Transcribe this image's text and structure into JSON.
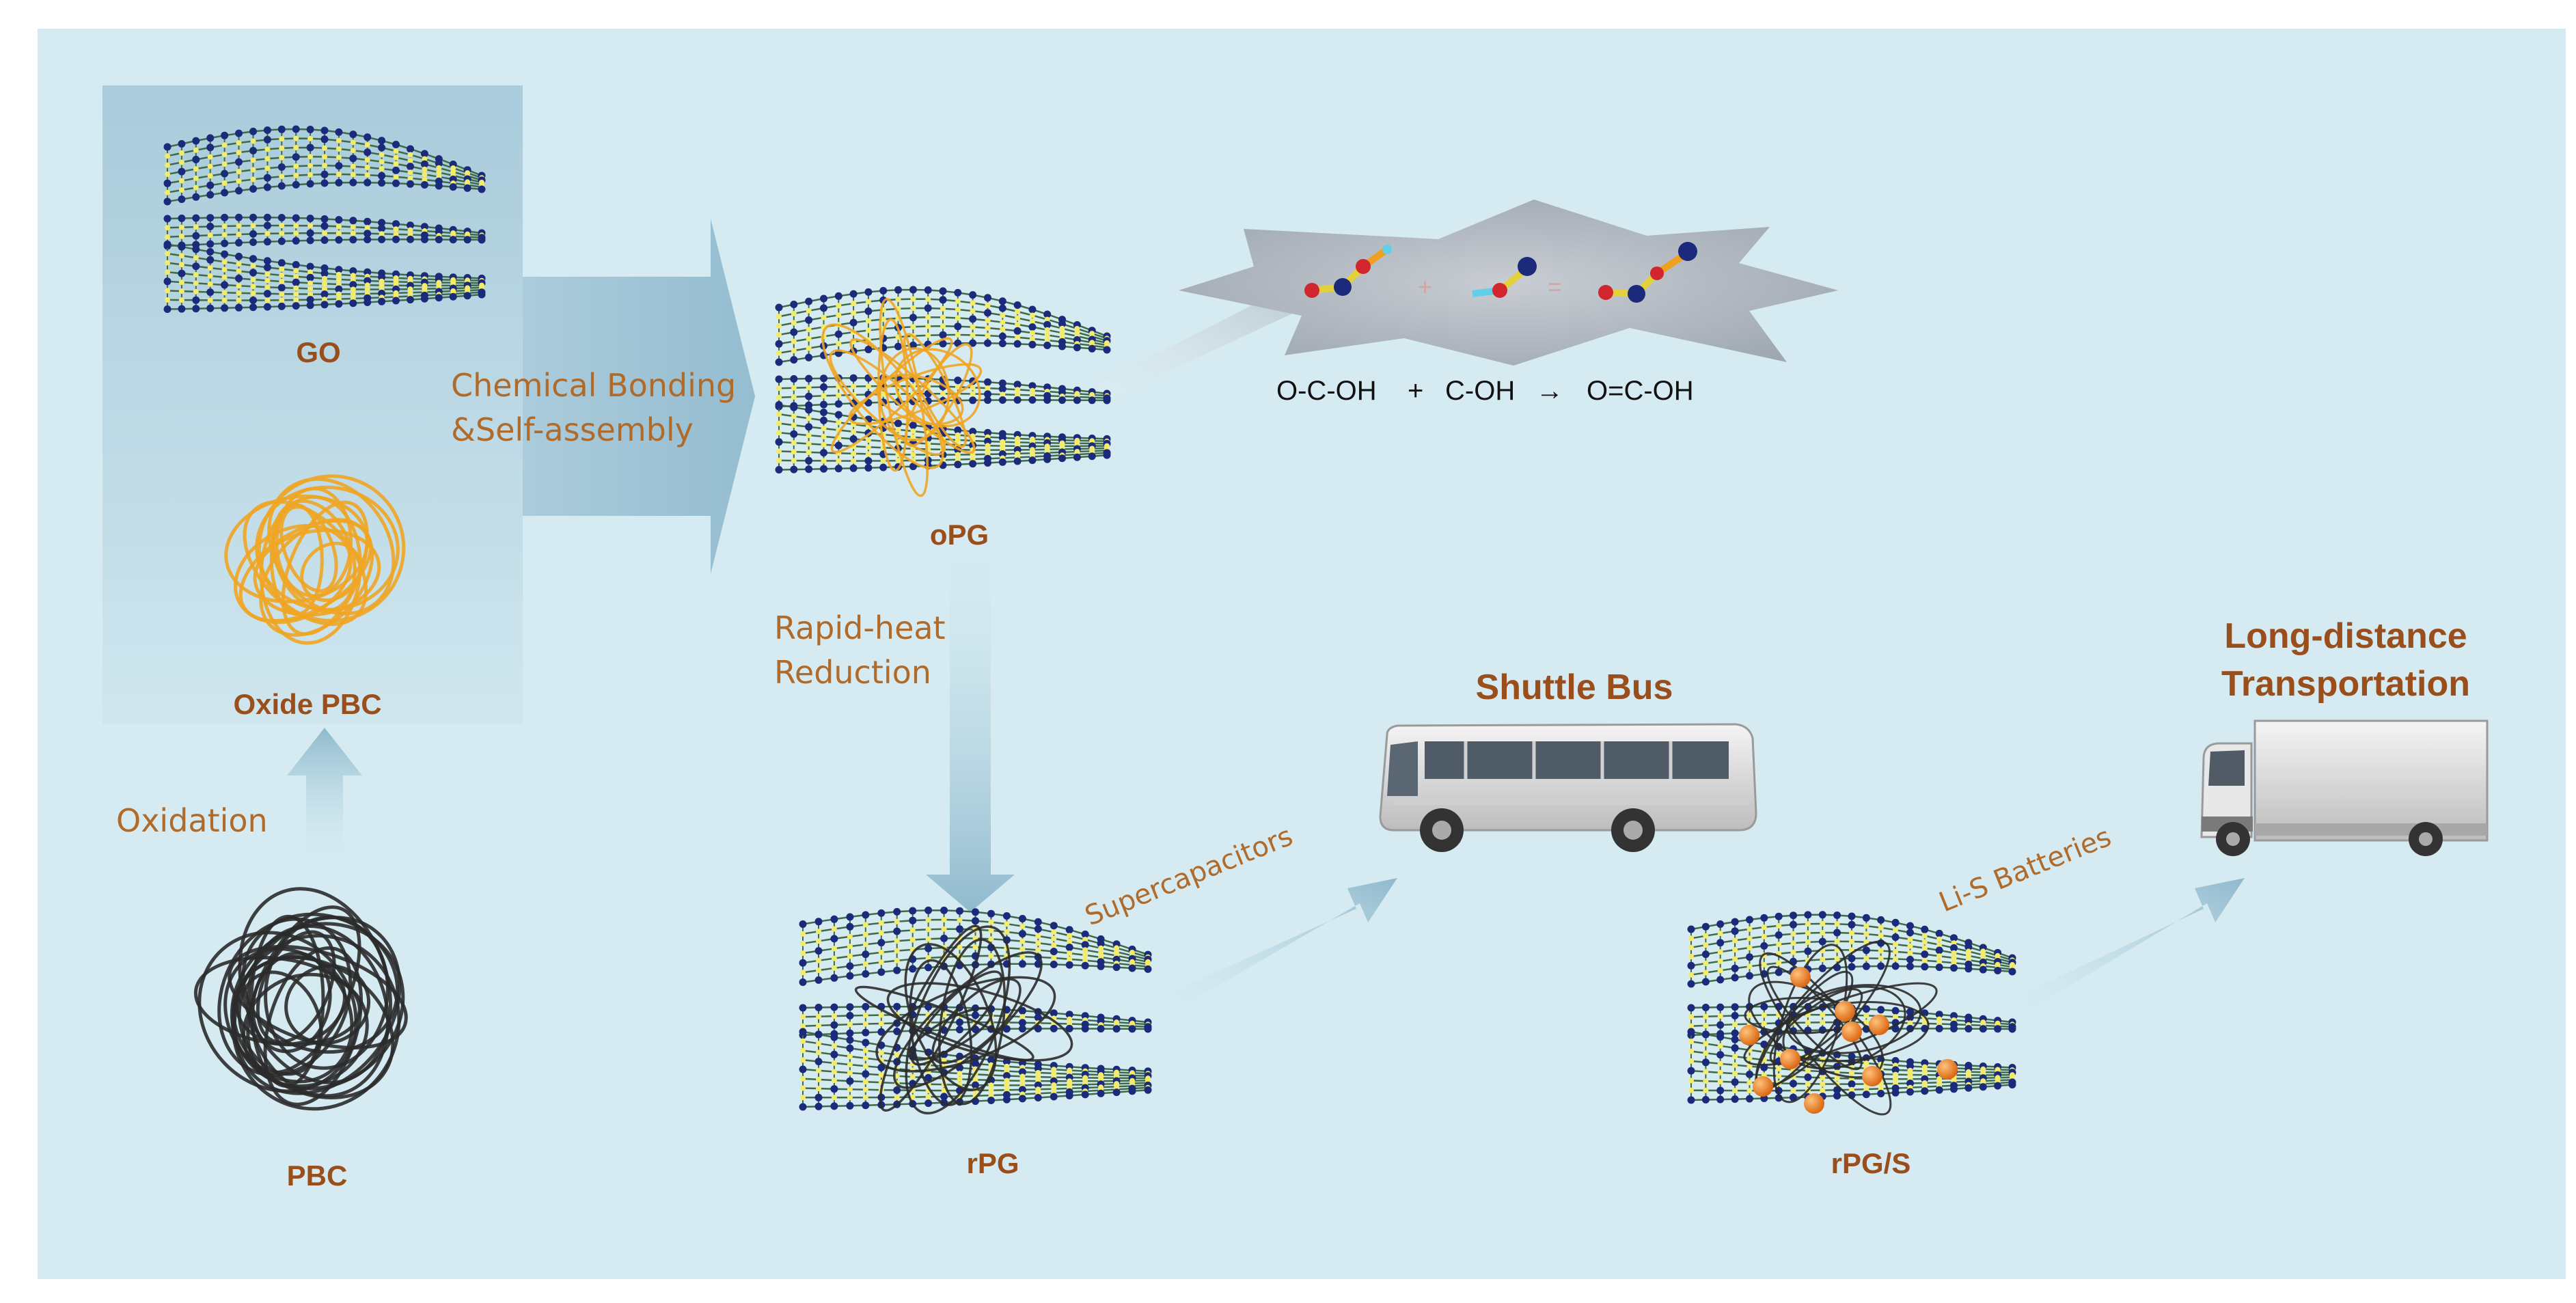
{
  "colors": {
    "background": "#d5ebf1",
    "panel": "#bcd9e5",
    "arrow": "#9cc3d6",
    "label": "#9a4e1c",
    "process": "#b06a2a",
    "graphene_dot_dark": "#1b2a7a",
    "graphene_dot_light": "#f2ec6a",
    "graphene_bond": "#3f6a4a",
    "oxide_fiber": "#f0a524",
    "pbc_fiber": "#2b2b2b",
    "sulfur": "#ee7a1c"
  },
  "labels": {
    "go": "GO",
    "oxide_pbc": "Oxide PBC",
    "pbc": "PBC",
    "opg": "oPG",
    "rpg": "rPG",
    "rpgs": "rPG/S",
    "shuttle_bus": "Shuttle Bus",
    "long_distance_1": "Long-distance",
    "long_distance_2": "Transportation"
  },
  "processes": {
    "chemical_bonding_1": "Chemical Bonding",
    "chemical_bonding_2": "&Self-assembly",
    "oxidation": "Oxidation",
    "rapid_heat_1": "Rapid-heat",
    "rapid_heat_2": "Reduction",
    "supercapacitors": "Supercapacitors",
    "lis_batteries": "Li-S Batteries"
  },
  "reaction": {
    "reactant1": "O-C-OH",
    "plus": "+",
    "reactant2": "C-OH",
    "arrow": "→",
    "product": "O=C-OH"
  },
  "icons": {
    "bus": "bus-icon",
    "truck": "truck-icon",
    "molecule": "molecule-icon",
    "graphene": "graphene-sheet-icon"
  }
}
